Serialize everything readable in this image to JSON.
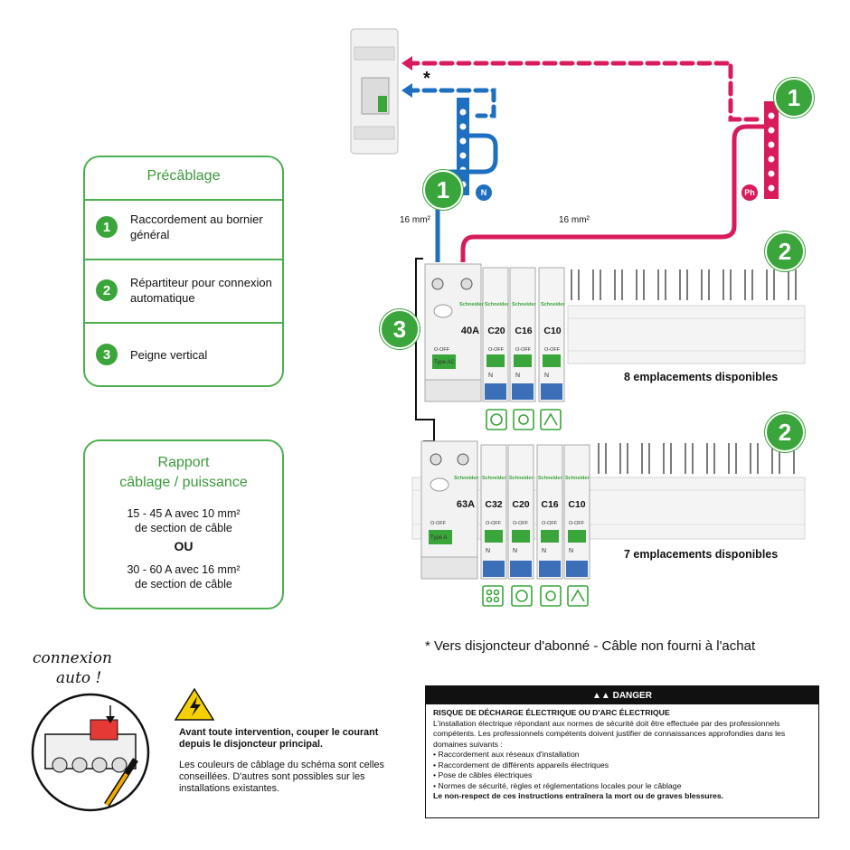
{
  "precablage": {
    "title": "Précâblage",
    "items": [
      {
        "num": "1",
        "text": "Raccordement au bornier général"
      },
      {
        "num": "2",
        "text": "Répartiteur pour connexion automatique"
      },
      {
        "num": "3",
        "text": "Peigne vertical"
      }
    ]
  },
  "rapport": {
    "title_line1": "Rapport",
    "title_line2": "câblage / puissance",
    "line1": "15 - 45 A avec 10 mm²",
    "line2": "de section de câble",
    "ou": "OU",
    "line3": "30 - 60 A avec 16 mm²",
    "line4": "de section de câble"
  },
  "diagram": {
    "asterisk": "*",
    "bubble_1": "1",
    "bubble_2": "2",
    "bubble_3": "3",
    "neutral_tag": "N",
    "phase_tag": "Ph",
    "cable_left": "16 mm²",
    "cable_right": "16 mm²",
    "row1": {
      "slots_text": "8 emplacements disponibles",
      "main": "40A",
      "main_type": "Type AC",
      "breakers": [
        "C20",
        "C16",
        "C10"
      ]
    },
    "row2": {
      "slots_text": "7 emplacements disponibles",
      "main": "63A",
      "main_type": "Type A",
      "breakers": [
        "C32",
        "C20",
        "C16",
        "C10"
      ]
    },
    "brand": "Schneider",
    "off_label": "O-OFF",
    "neutral_mark": "N",
    "colors": {
      "green": "#3aa53a",
      "blue": "#1f6fc1",
      "red": "#d81b5a",
      "black": "#111111"
    }
  },
  "footnote": "* Vers disjoncteur d'abonné - Câble non fourni à l'achat",
  "bottom_left": {
    "hand1": "connexion",
    "hand2": "auto !",
    "warn_bold": "Avant toute intervention, couper le courant depuis le disjoncteur principal.",
    "warn_note": "Les couleurs de câblage du schéma sont celles conseillées. D'autres sont possibles sur les installations existantes."
  },
  "danger": {
    "header": "DANGER",
    "title": "RISQUE DE DÉCHARGE ÉLECTRIQUE OU D'ARC ÉLECTRIQUE",
    "para": "L'installation électrique répondant aux normes de sécurité doit être effectuée par des professionnels compétents. Les professionnels compétents doivent justifier de connaissances approfondies dans les domaines suivants :",
    "bullets": [
      "• Raccordement aux réseaux d'installation",
      "• Raccordement de différents appareils électriques",
      "• Pose de câbles électriques",
      "• Normes de sécurité, règles et réglementations locales pour le câblage"
    ],
    "final": "Le non-respect de ces instructions entraînera la mort ou de graves blessures."
  }
}
